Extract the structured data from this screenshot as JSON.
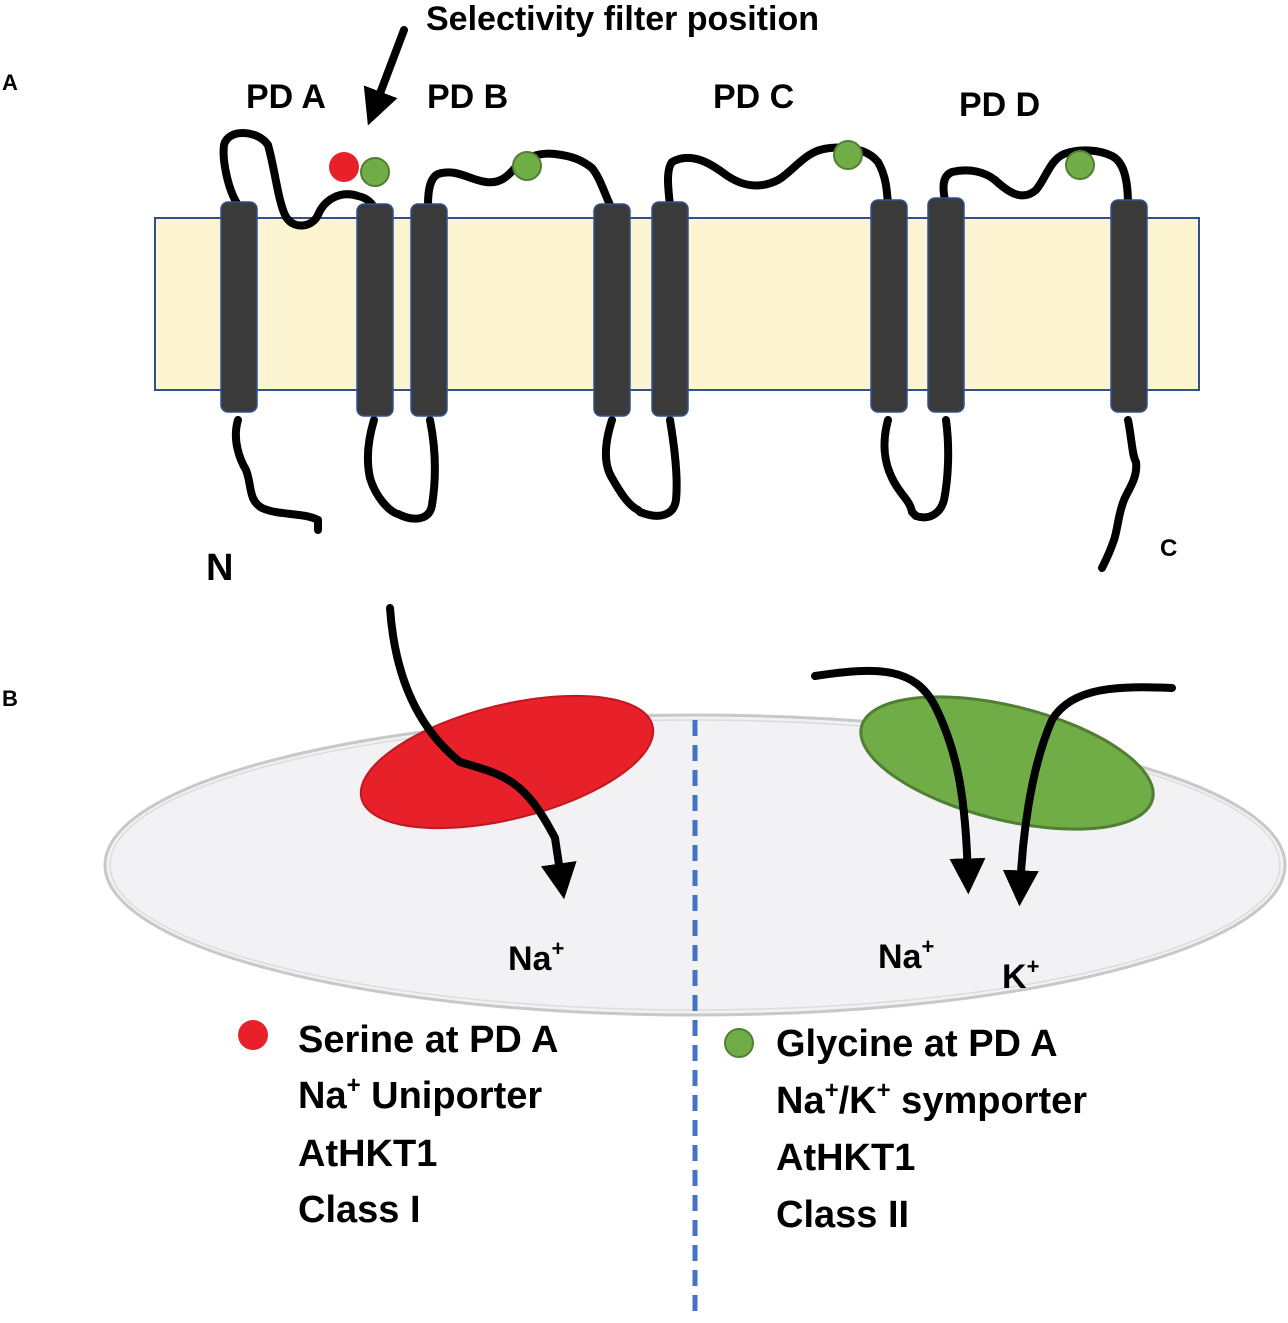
{
  "colors": {
    "membrane": "#fdf4d2",
    "membrane_border": "#2f528f",
    "helix": "#3a3a3a",
    "serine": "#e8202a",
    "glycine": "#70ad47",
    "cell": "#f2f2f4",
    "divider": "#4472c4"
  },
  "panel_a": {
    "panel_label": "A",
    "annotation": "Selectivity filter position",
    "domains": [
      "PD A",
      "PD B",
      "PD C",
      "PD D"
    ],
    "n_terminus": "N",
    "c_terminus": "C"
  },
  "panel_b": {
    "panel_label": "B",
    "left": {
      "ion": "Na",
      "ion_charge": "+",
      "marker": "serine",
      "line1": "Serine at PD A",
      "line2_ion": "Na",
      "line2_charge": "+",
      "line2_rest": " Uniporter",
      "line3": "AtHKT1",
      "line4": "Class I"
    },
    "right": {
      "ion1": "Na",
      "ion1_charge": "+",
      "ion2": "K",
      "ion2_charge": "+",
      "marker": "glycine",
      "line1": "Glycine at PD A",
      "line2_ion_a": "Na",
      "line2_charge_a": "+",
      "line2_sep": "/",
      "line2_ion_b": "K",
      "line2_charge_b": "+",
      "line2_rest": " symporter",
      "line3": "AtHKT1",
      "line4": "Class II"
    }
  }
}
